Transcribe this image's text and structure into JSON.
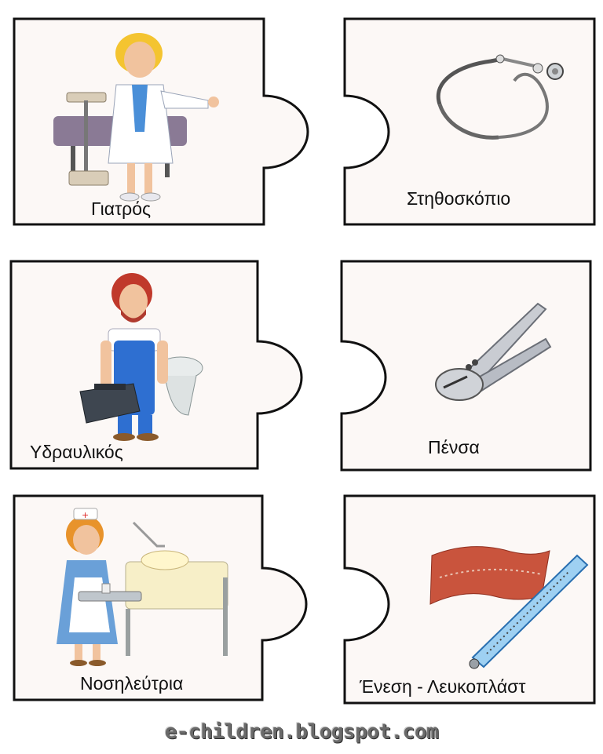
{
  "pairs": [
    {
      "profession": "Γιατρός",
      "tool": "Στηθοσκόπιο"
    },
    {
      "profession": "Υδραυλικός",
      "tool": "Πένσα"
    },
    {
      "profession": "Νοσηλεύτρια",
      "tool": "Ένεση - Λευκοπλάστ"
    }
  ],
  "footer": "e-children.blogspot.com",
  "icons": [
    "doctor-illustration",
    "stethoscope-icon",
    "plumber-illustration",
    "pliers-icon",
    "nurse-illustration",
    "plaster-thermometer-icon"
  ],
  "colors": {
    "background": "#ffffff",
    "card": "#fcf8f6",
    "outline": "#111111",
    "footer_text": "#6a6a6a"
  }
}
